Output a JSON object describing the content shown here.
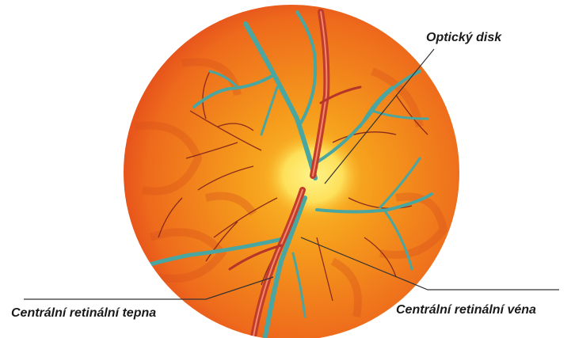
{
  "labels": {
    "optic_disc": "Optický disk",
    "central_artery": "Centrální retinální tepna",
    "central_vein": "Centrální retinální véna"
  },
  "colors": {
    "retina_inner": "#f7a81c",
    "retina_outer": "#e8401c",
    "optic_disc": "#fde66a",
    "vein": "#4aa6a0",
    "artery": "#c33b2a",
    "leader_line": "#333333"
  }
}
